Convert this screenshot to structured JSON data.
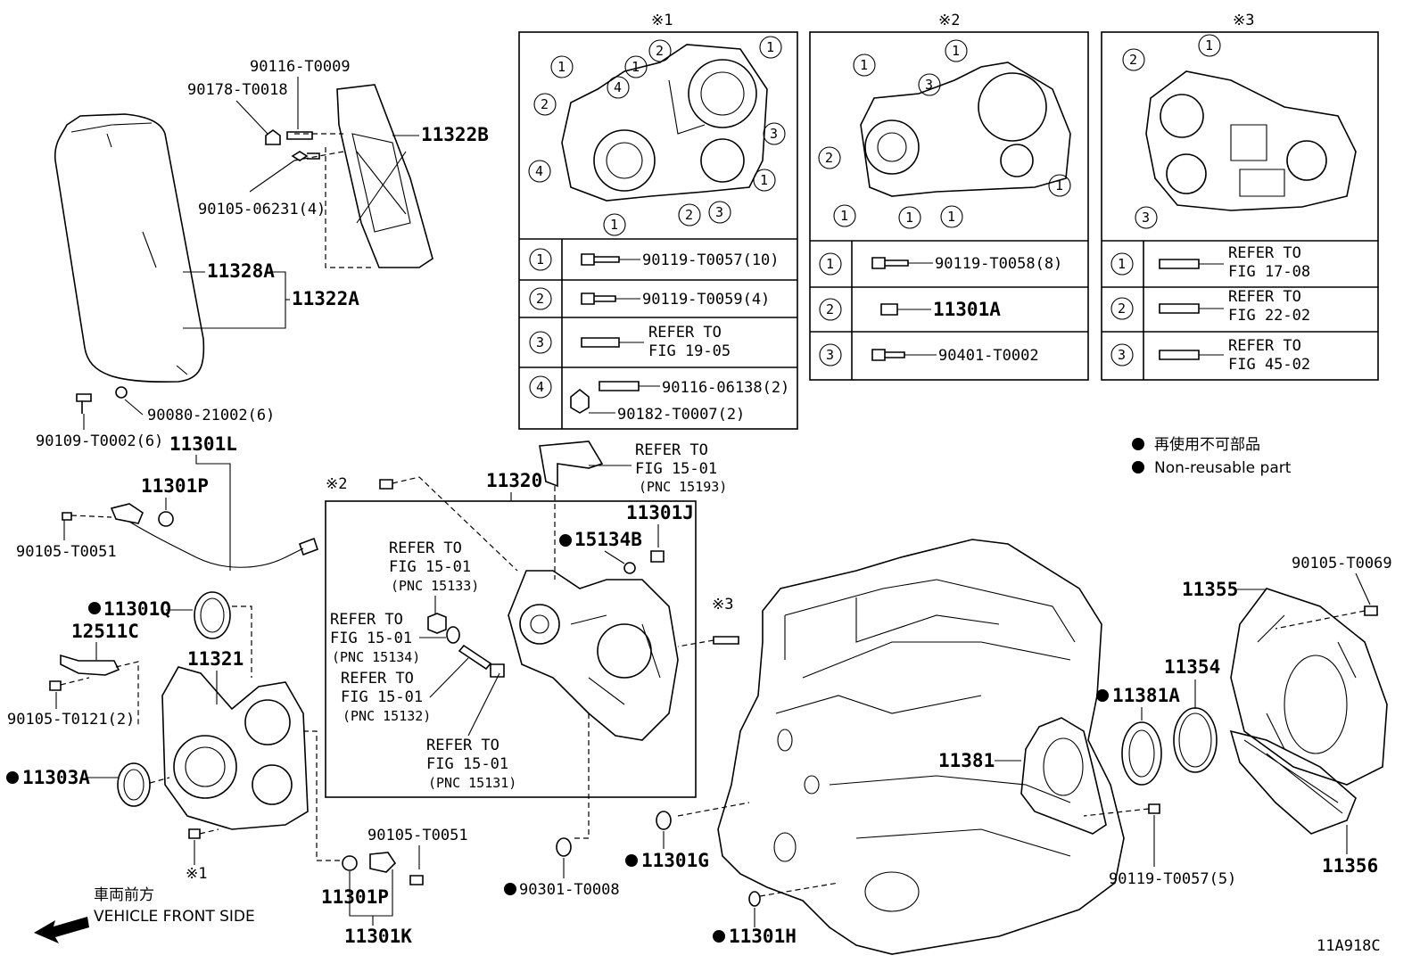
{
  "diagram": {
    "code": "11A918C",
    "legend": {
      "jp": "再使用不可部品",
      "en": "Non-reusable part"
    },
    "direction": {
      "jp": "車両前方",
      "en": "VEHICLE FRONT SIDE"
    },
    "parts": {
      "p90116_T0009": "90116-T0009",
      "p90178_T0018": "90178-T0018",
      "p11322B": "11322B",
      "p90105_06231": "90105-06231(4)",
      "p11328A": "11328A",
      "p11322A": "11322A",
      "p90080_21002": "90080-21002(6)",
      "p90109_T0002": "90109-T0002(6)",
      "p11301L": "11301L",
      "p11301P_top": "11301P",
      "p90105_T0051_left": "90105-T0051",
      "p11301Q": "11301Q",
      "p12511C": "12511C",
      "p11321": "11321",
      "p90105_T0121": "90105-T0121(2)",
      "p11303A": "11303A",
      "ref_note1": "※1",
      "ref_note2": "※2",
      "ref_note3": "※3",
      "p11320": "11320",
      "p15134B": "15134B",
      "p11301J": "11301J",
      "p90105_T0051_bottom": "90105-T0051",
      "p11301P_bottom": "11301P",
      "p11301K": "11301K",
      "p90301_T0008": "90301-T0008",
      "p11301G": "11301G",
      "p11301H": "11301H",
      "p11381": "11381",
      "p11381A": "11381A",
      "p11354": "11354",
      "p11355": "11355",
      "p90105_T0069": "90105-T0069",
      "p90119_T0057_5": "90119-T0057(5)",
      "p11356": "11356"
    },
    "refer_blocks": [
      {
        "l1": "REFER TO",
        "l2": "FIG 15-01",
        "l3": "(PNC 15193)"
      },
      {
        "l1": "REFER TO",
        "l2": "FIG 15-01",
        "l3": "(PNC 15133)"
      },
      {
        "l1": "REFER TO",
        "l2": "FIG 15-01",
        "l3": "(PNC 15134)"
      },
      {
        "l1": "REFER TO",
        "l2": "FIG 15-01",
        "l3": "(PNC 15132)"
      },
      {
        "l1": "REFER TO",
        "l2": "FIG 15-01",
        "l3": "(PNC 15131)"
      }
    ],
    "detail1": {
      "title": "※1",
      "rows": [
        {
          "num": "1",
          "part": "90119-T0057(10)"
        },
        {
          "num": "2",
          "part": "90119-T0059(4)"
        },
        {
          "num": "3",
          "l1": "REFER TO",
          "l2": "FIG 19-05"
        },
        {
          "num": "4",
          "part_a": "90116-06138(2)",
          "part_b": "90182-T0007(2)"
        }
      ]
    },
    "detail2": {
      "title": "※2",
      "rows": [
        {
          "num": "1",
          "part": "90119-T0058(8)"
        },
        {
          "num": "2",
          "part": "11301A"
        },
        {
          "num": "3",
          "part": "90401-T0002"
        }
      ]
    },
    "detail3": {
      "title": "※3",
      "rows": [
        {
          "num": "1",
          "l1": "REFER TO",
          "l2": "FIG 17-08"
        },
        {
          "num": "2",
          "l1": "REFER TO",
          "l2": "FIG 22-02"
        },
        {
          "num": "3",
          "l1": "REFER TO",
          "l2": "FIG 45-02"
        }
      ]
    }
  }
}
